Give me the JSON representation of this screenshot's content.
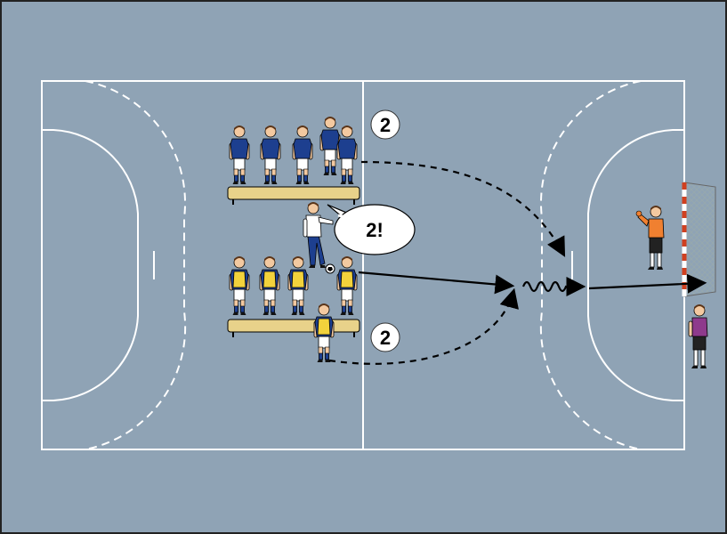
{
  "court": {
    "background_color": "#8fa3b5",
    "line_color": "#ffffff",
    "border_color": "#222222"
  },
  "teams": {
    "blue": {
      "shirt": "#1d3f8f",
      "shorts": "#ffffff",
      "socks": "#1d3f8f"
    },
    "yellow": {
      "shirt": "#f2d23c",
      "bib_under": "#1d3f8f",
      "shorts": "#ffffff",
      "socks": "#1d3f8f"
    },
    "goalkeeper": {
      "shirt": "#f08030",
      "shorts": "#222222"
    },
    "referee": {
      "shirt": "#8e3a8c",
      "shorts": "#222222"
    },
    "coach": {
      "shirt": "#ffffff",
      "trousers": "#1d3f8f"
    }
  },
  "bench_color": "#e8d28a",
  "labels": {
    "count_top": "2",
    "count_bottom": "2",
    "coach_call": "2!"
  },
  "icons": {
    "ball": "ball-icon",
    "goal": "goal-icon"
  }
}
